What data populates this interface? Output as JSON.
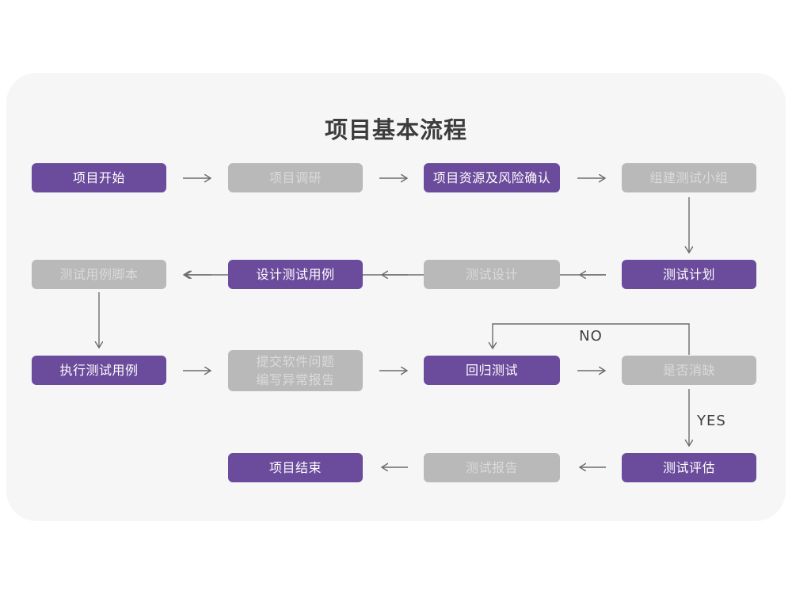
{
  "title": "项目基本流程",
  "edge_labels": {
    "no": "NO",
    "yes": "YES"
  },
  "colors": {
    "node_purple": "#6b4b9b",
    "node_gray": "#b9b9b9",
    "gray_node_text": "#dadada",
    "purple_node_text": "#ffffff",
    "card_background": "#f6f6f7",
    "arrow": "#6c6c6c",
    "title_text": "#3c3c3c"
  },
  "nodes": [
    {
      "label": "项目开始",
      "variant": "purple"
    },
    {
      "label": "项目调研",
      "variant": "gray"
    },
    {
      "label": "项目资源及风险确认",
      "variant": "purple"
    },
    {
      "label": "组建测试小组",
      "variant": "gray"
    },
    {
      "label": "测试计划",
      "variant": "purple"
    },
    {
      "label": "测试设计",
      "variant": "gray"
    },
    {
      "label": "设计测试用例",
      "variant": "purple"
    },
    {
      "label": "测试用例脚本",
      "variant": "gray"
    },
    {
      "label": "执行测试用例",
      "variant": "purple"
    },
    {
      "label": "提交软件问题\n编写异常报告",
      "variant": "gray"
    },
    {
      "label": "回归测试",
      "variant": "purple"
    },
    {
      "label": "是否消缺",
      "variant": "gray"
    },
    {
      "label": "测试评估",
      "variant": "purple"
    },
    {
      "label": "测试报告",
      "variant": "gray"
    },
    {
      "label": "项目结束",
      "variant": "purple"
    }
  ]
}
